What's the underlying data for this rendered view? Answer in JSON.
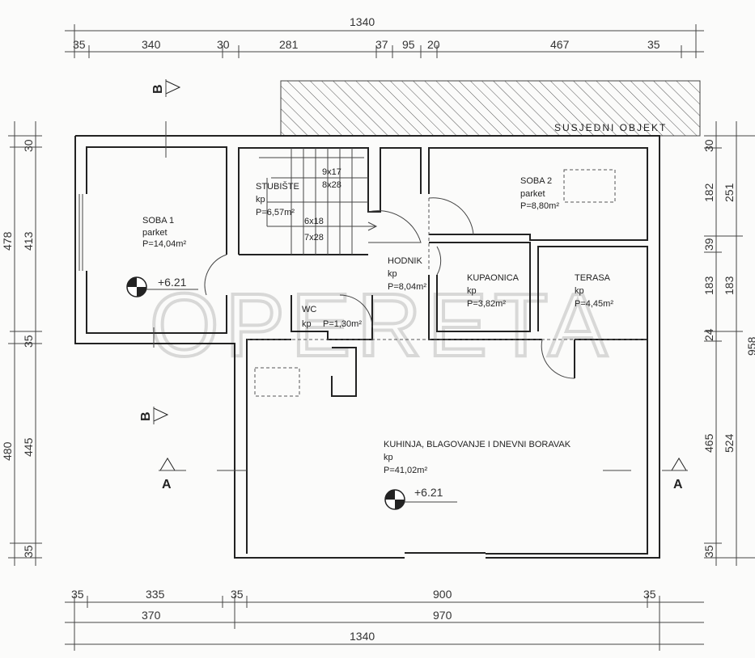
{
  "dimensions": {
    "top_total": "1340",
    "top_segments": [
      "35",
      "340",
      "30",
      "281",
      "37",
      "95",
      "20",
      "467",
      "35"
    ],
    "bottom_row1": [
      "35",
      "335",
      "35",
      "900",
      "35"
    ],
    "bottom_row2": [
      "370",
      "970"
    ],
    "bottom_total": "1340",
    "left_outer": [
      "478",
      "480"
    ],
    "left_inner": [
      "30",
      "413",
      "35",
      "445",
      "35"
    ],
    "right_inner": [
      "30",
      "182",
      "39",
      "183",
      "24",
      "465",
      "35"
    ],
    "right_mid": [
      "251",
      "183",
      "524"
    ],
    "right_total": "958"
  },
  "neighbor_label": "SUSJEDNI OBJEKT",
  "section_marks": {
    "a": "A",
    "b": "B"
  },
  "watermark": "OPERETA",
  "rooms": [
    {
      "name": "SOBA 1",
      "floor": "parket",
      "area": "P=14,04m²"
    },
    {
      "name": "STUBIŠTE",
      "floor": "kp",
      "area": "P=6,57m²"
    },
    {
      "name": "SOBA 2",
      "floor": "parket",
      "area": "P=8,80m²"
    },
    {
      "name": "HODNIK",
      "floor": "kp",
      "area": "P=8,04m²"
    },
    {
      "name": "KUPAONICA",
      "floor": "kp",
      "area": "P=3,82m²"
    },
    {
      "name": "TERASA",
      "floor": "kp",
      "area": "P=4,45m²"
    },
    {
      "name": "WC",
      "floor": "kp",
      "area": "P=1,30m²"
    },
    {
      "name": "KUHINJA, BLAGOVANJE I DNEVNI BORAVAK",
      "floor": "kp",
      "area": "P=41,02m²"
    }
  ],
  "stairs": {
    "upper": [
      "9x17",
      "8x28"
    ],
    "lower": [
      "6x18",
      "7x28"
    ]
  },
  "levels": [
    "+6.21",
    "+6.21"
  ]
}
